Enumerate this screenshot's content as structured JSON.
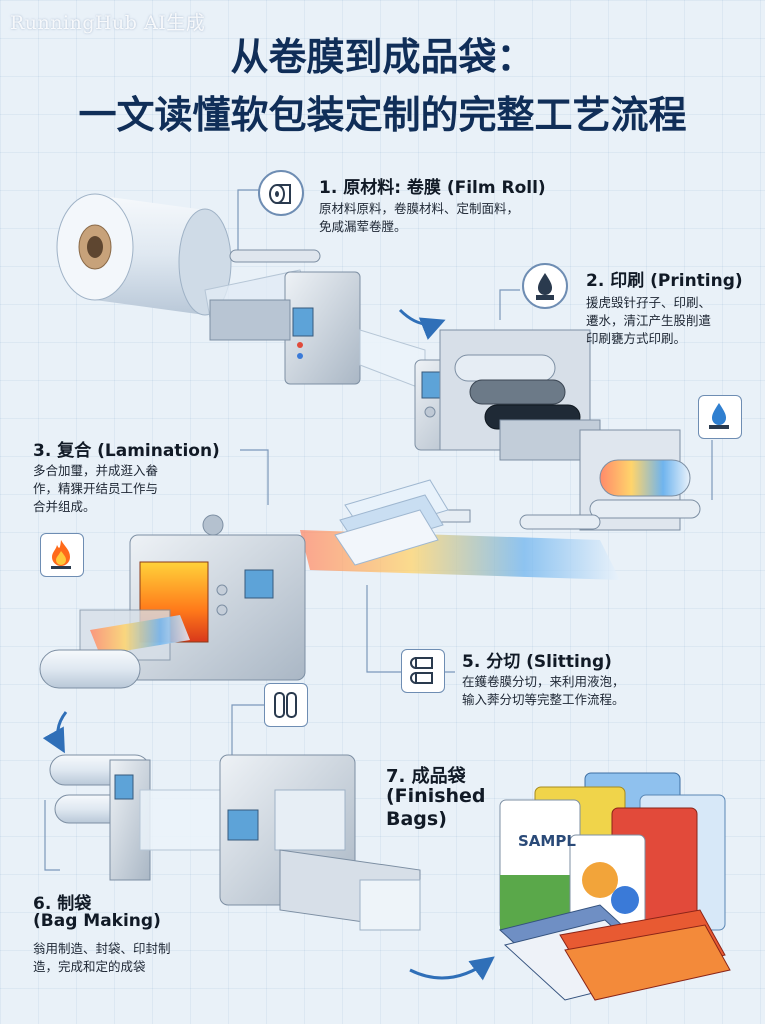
{
  "watermark": "RunningHub AI生成",
  "title": {
    "line1": "从卷膜到成品袋：",
    "line2": "一文读懂软包装定制的完整工艺流程"
  },
  "steps": [
    {
      "title": "1. 原材料: 卷膜 (Film Roll)",
      "desc": [
        "原材料原料，卷膜材料、定制面料，",
        "免咸漏荤卷膛。"
      ],
      "icon": "film-roll-icon"
    },
    {
      "title": "2. 印刷 (Printing)",
      "desc": [
        "援虎毁针孖子、印刷、",
        "遷水，清江产生股削遣",
        "印刷甕方式印刷。"
      ],
      "icon": "ink-drop-icon"
    },
    {
      "title": "3. 复合 (Lamination)",
      "desc": [
        "多合加璽，并成逛入畚",
        "作，精猓开结员工作与",
        "合并组成。"
      ],
      "icon": "flame-icon"
    },
    {
      "title": "5. 分切 (Slitting)",
      "desc": [
        "在鑊卷膜分切，来利用液泡，",
        "输入莾分切等完整工作流程。"
      ],
      "icon": "slit-rolls-icon"
    },
    {
      "title": "6. 制袋",
      "title2": "(Bag Making)",
      "desc": [
        "翁用制造、封袋、印封制",
        "造，完成和定的成袋"
      ],
      "icon": "bag-rolls-icon"
    },
    {
      "title": "7. 成品袋",
      "title2": "(Finished",
      "title3": "Bags)",
      "bag_label": "SAMPL"
    }
  ],
  "colors": {
    "title": "#102e58",
    "accent": "#2f6fb8",
    "machine": "#c9d3de",
    "line": "#6e8db3"
  }
}
